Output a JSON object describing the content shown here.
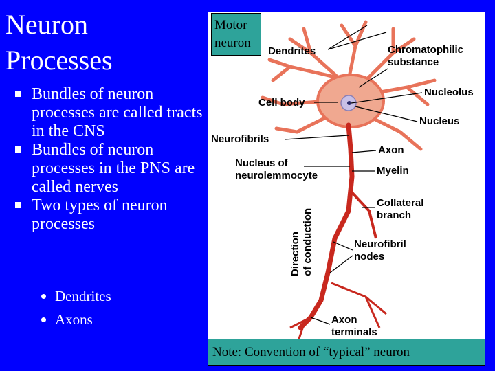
{
  "slide": {
    "title_line1": "Neuron",
    "title_line2": "Processes",
    "bullets": [
      "Bundles of neuron processes are called tracts in the CNS",
      "Bundles of neuron processes in the PNS are called nerves",
      "Two types of neuron processes"
    ],
    "sub_bullets": [
      "Dendrites",
      "Axons"
    ],
    "colors": {
      "background": "#0000ff",
      "text": "#ffffff",
      "caption_box": "#2ea39a",
      "neuron": "#e8735a",
      "axon": "#c8281e"
    }
  },
  "figure": {
    "motor_label_line1": "Motor",
    "motor_label_line2": "neuron",
    "labels": {
      "dendrites": "Dendrites",
      "chromatophilic_1": "Chromatophilic",
      "chromatophilic_2": "substance",
      "nucleolus": "Nucleolus",
      "cell_body": "Cell body",
      "nucleus": "Nucleus",
      "neurofibrils": "Neurofibrils",
      "axon": "Axon",
      "nucleus_of_1": "Nucleus of",
      "nucleus_of_2": "neurolemmocyte",
      "myelin": "Myelin",
      "collateral_1": "Collateral",
      "collateral_2": "branch",
      "direction_1": "Direction",
      "direction_2": "of conduction",
      "neurofibril_1": "Neurofibril",
      "neurofibril_2": "nodes",
      "axon_term_1": "Axon",
      "axon_term_2": "terminals"
    },
    "note": "Note: Convention of “typical” neuron"
  }
}
